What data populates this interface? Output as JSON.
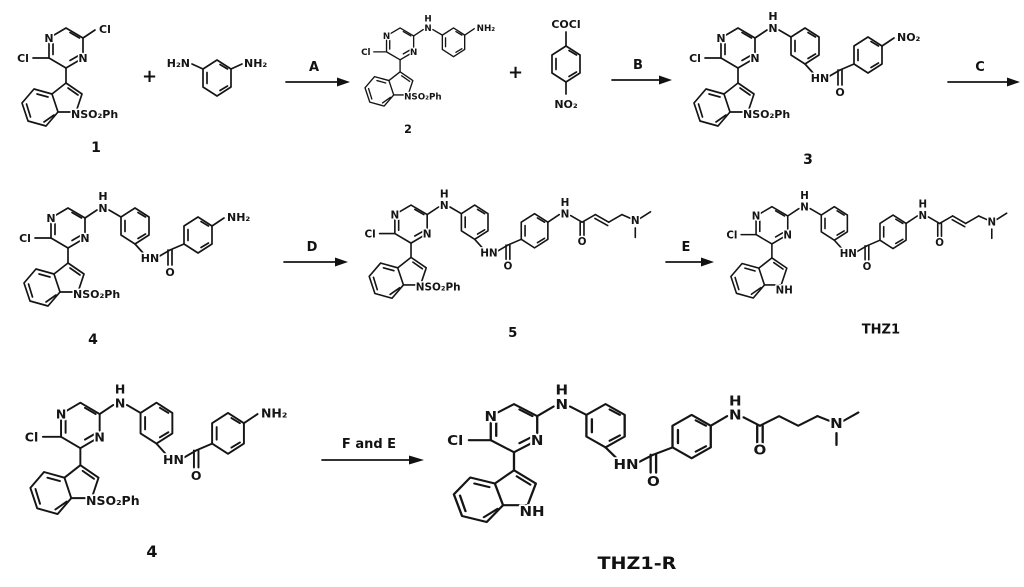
{
  "operators": {
    "plus_first": "+",
    "plus_second": "+"
  },
  "arrows": {
    "a": "A",
    "b": "B",
    "c": "C",
    "d": "D",
    "e": "E",
    "f_and_e": "F and E"
  },
  "compounds": {
    "c1": {
      "number": "1",
      "cl_left": "Cl",
      "cl_top": "Cl",
      "ring_n1": "N",
      "ring_n2": "N",
      "indole_n": "NSO₂Ph"
    },
    "mpd": {
      "left_amine": "H₂N",
      "right_amine": "NH₂"
    },
    "c2": {
      "number": "2",
      "cl_left": "Cl",
      "ring_n1": "N",
      "ring_n2": "N",
      "nh_h": "H",
      "nh_n": "N",
      "aryl_amine": "NH₂",
      "indole_n": "NSO₂Ph"
    },
    "nbc": {
      "acyl": "COCl",
      "nitro": "NO₂"
    },
    "c3": {
      "number": "3",
      "cl_left": "Cl",
      "ring_n1": "N",
      "ring_n2": "N",
      "nh_h": "H",
      "nh_n": "N",
      "amide_hn": "HN",
      "amide_o": "O",
      "nitro": "NO₂",
      "indole_n": "NSO₂Ph"
    },
    "c4": {
      "number": "4",
      "cl_left": "Cl",
      "ring_n1": "N",
      "ring_n2": "N",
      "nh_h": "H",
      "nh_n": "N",
      "amide_hn": "HN",
      "amide_o": "O",
      "aryl_amine": "NH₂",
      "indole_n": "NSO₂Ph"
    },
    "c5": {
      "number": "5",
      "cl_left": "Cl",
      "ring_n1": "N",
      "ring_n2": "N",
      "nh_h": "H",
      "nh_n": "N",
      "amide_hn": "HN",
      "amide_o": "O",
      "amide2_h": "H",
      "amide2_n": "N",
      "amide2_o": "O",
      "amine_n": "N",
      "indole_n": "NSO₂Ph"
    },
    "thz1": {
      "number": "THZ1",
      "cl_left": "Cl",
      "ring_n1": "N",
      "ring_n2": "N",
      "nh_h": "H",
      "nh_n": "N",
      "amide_hn": "HN",
      "amide_o": "O",
      "amide2_h": "H",
      "amide2_n": "N",
      "amide2_o": "O",
      "amine_n": "N",
      "indole_n": "NH"
    },
    "c4_repeat": {
      "number": "4",
      "cl_left": "Cl",
      "ring_n1": "N",
      "ring_n2": "N",
      "nh_h": "H",
      "nh_n": "N",
      "amide_hn": "HN",
      "amide_o": "O",
      "aryl_amine": "NH₂",
      "indole_n": "NSO₂Ph"
    },
    "thz1_r": {
      "number": "THZ1-R",
      "cl_left": "Cl",
      "ring_n1": "N",
      "ring_n2": "N",
      "nh_h": "H",
      "nh_n": "N",
      "amide_hn": "HN",
      "amide_o": "O",
      "amide2_h": "H",
      "amide2_n": "N",
      "amide2_o": "O",
      "amine_n": "N",
      "indole_n": "NH"
    }
  }
}
